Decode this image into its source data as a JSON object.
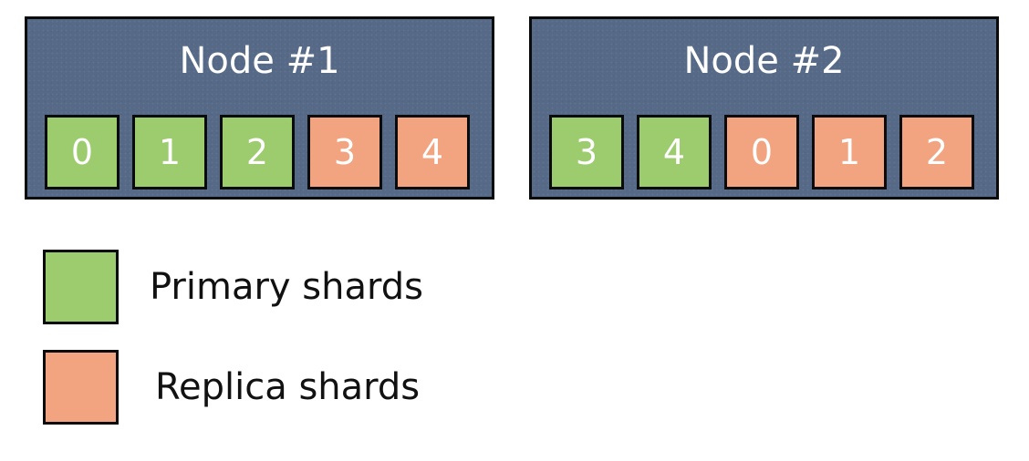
{
  "colors": {
    "node_background": "#566a88",
    "primary": "#9ccc6e",
    "replica": "#f2a480",
    "border": "#0b0b0b"
  },
  "nodes": [
    {
      "title": "Node #1",
      "shards": [
        {
          "label": "0",
          "kind": "primary"
        },
        {
          "label": "1",
          "kind": "primary"
        },
        {
          "label": "2",
          "kind": "primary"
        },
        {
          "label": "3",
          "kind": "replica"
        },
        {
          "label": "4",
          "kind": "replica"
        }
      ]
    },
    {
      "title": "Node #2",
      "shards": [
        {
          "label": "3",
          "kind": "primary"
        },
        {
          "label": "4",
          "kind": "primary"
        },
        {
          "label": "0",
          "kind": "replica"
        },
        {
          "label": "1",
          "kind": "replica"
        },
        {
          "label": "2",
          "kind": "replica"
        }
      ]
    }
  ],
  "legend": {
    "primary_label": "Primary shards",
    "replica_label": "Replica shards"
  }
}
